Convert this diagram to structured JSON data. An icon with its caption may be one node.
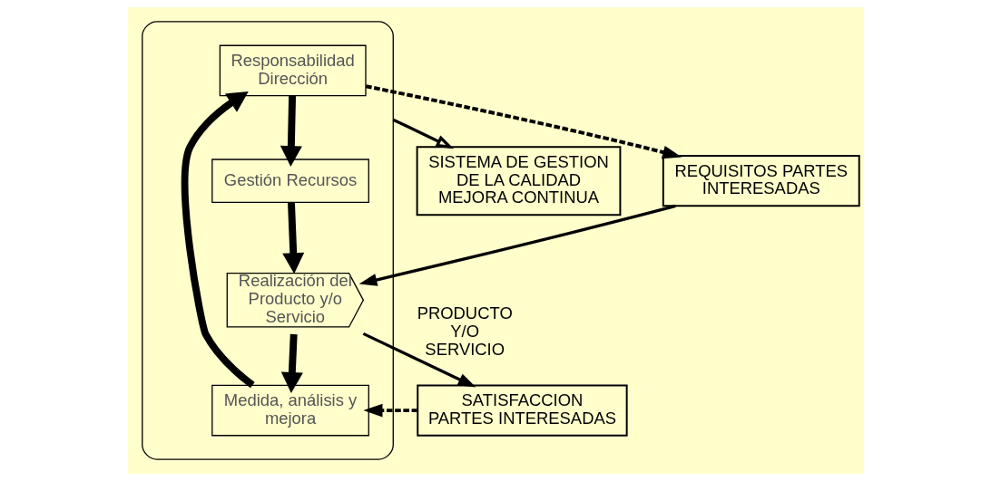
{
  "diagram": {
    "nodes": [
      {
        "text": [
          "SISTEMA DE GESTION DE LA CALIDAD MEJORA CONTINUA"
        ]
      },
      {
        "text": [],
        "shape": "ellipse"
      },
      {
        "text": [
          "Responsabilidad Dirección"
        ],
        "in": 1
      },
      {
        "text": [
          "REQUISITOS PARTES INTERESADAS"
        ]
      },
      {
        "text": [
          "Gestión Recursos"
        ],
        "in": 1
      },
      {
        "text": [
          "Medida, análisis y mejora"
        ],
        "in": 1
      },
      {
        "text": [
          "SATISFACCION PARTES INTERESADAS"
        ]
      },
      {
        "text": [
          "Realización del Producto y/o Servicio"
        ],
        "in": 1
      }
    ],
    "edges": [
      {
        "from": 1,
        "to": 0,
        "arrow": "to"
      },
      {
        "from": 2,
        "to": 3,
        "arrow": "to",
        "style": "dashed"
      },
      {
        "from": 2,
        "to": 4,
        "arrow": "to",
        "style": "thick"
      },
      {
        "from": 6,
        "to": 5,
        "arrow": "to",
        "style": "dashed"
      },
      {
        "from": 4,
        "to": 7,
        "arrow": "to",
        "style": "thick"
      },
      {
        "from": 7,
        "to": 5,
        "arrow": "to",
        "style": "thick"
      },
      {
        "from": 5,
        "to": 2,
        "arrow": "to",
        "style": "thick"
      },
      {
        "from": 3,
        "to": 7,
        "arrow": "to"
      },
      {
        "from": 7,
        "to": 6,
        "arrow": "to",
        "label": "PRODUCTO Y/O SERVICIO"
      }
    ]
  }
}
